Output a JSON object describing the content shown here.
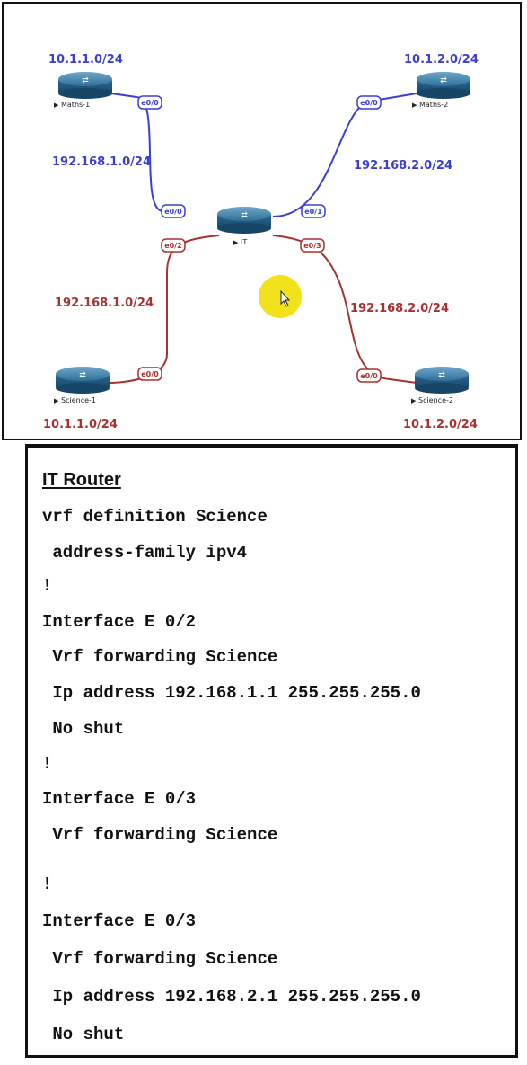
{
  "topology": {
    "routers": [
      {
        "id": "maths1",
        "label": "Maths-1",
        "subnet": "10.1.1.0/24"
      },
      {
        "id": "maths2",
        "label": "Maths-2",
        "subnet": "10.1.2.0/24"
      },
      {
        "id": "it",
        "label": "IT"
      },
      {
        "id": "science1",
        "label": "Science-1",
        "subnet": "10.1.1.0/24"
      },
      {
        "id": "science2",
        "label": "Science-2",
        "subnet": "10.1.2.0/24"
      }
    ],
    "links": [
      {
        "id": "it-maths1",
        "network": "192.168.1.0/24",
        "color": "#3b3fd0",
        "it_port": "e0/0",
        "remote_port": "e0/0"
      },
      {
        "id": "it-maths2",
        "network": "192.168.2.0/24",
        "color": "#3b3fd0",
        "it_port": "e0/1",
        "remote_port": "e0/0"
      },
      {
        "id": "it-science1",
        "network": "192.168.1.0/24",
        "color": "#a63232",
        "it_port": "e0/2",
        "remote_port": "e0/0"
      },
      {
        "id": "it-science2",
        "network": "192.168.2.0/24",
        "color": "#a63232",
        "it_port": "e0/3",
        "remote_port": "e0/0"
      }
    ]
  },
  "config": {
    "title": "IT Router",
    "lines": [
      "vrf definition Science",
      " address-family ipv4",
      "!",
      "Interface E 0/2",
      " Vrf forwarding Science",
      " Ip address 192.168.1.1 255.255.255.0",
      " No shut",
      "!",
      "Interface E 0/3",
      " Vrf forwarding Science",
      "!",
      "Interface E 0/3",
      " Vrf forwarding Science",
      " Ip address 192.168.2.1 255.255.255.0",
      " No shut"
    ]
  }
}
